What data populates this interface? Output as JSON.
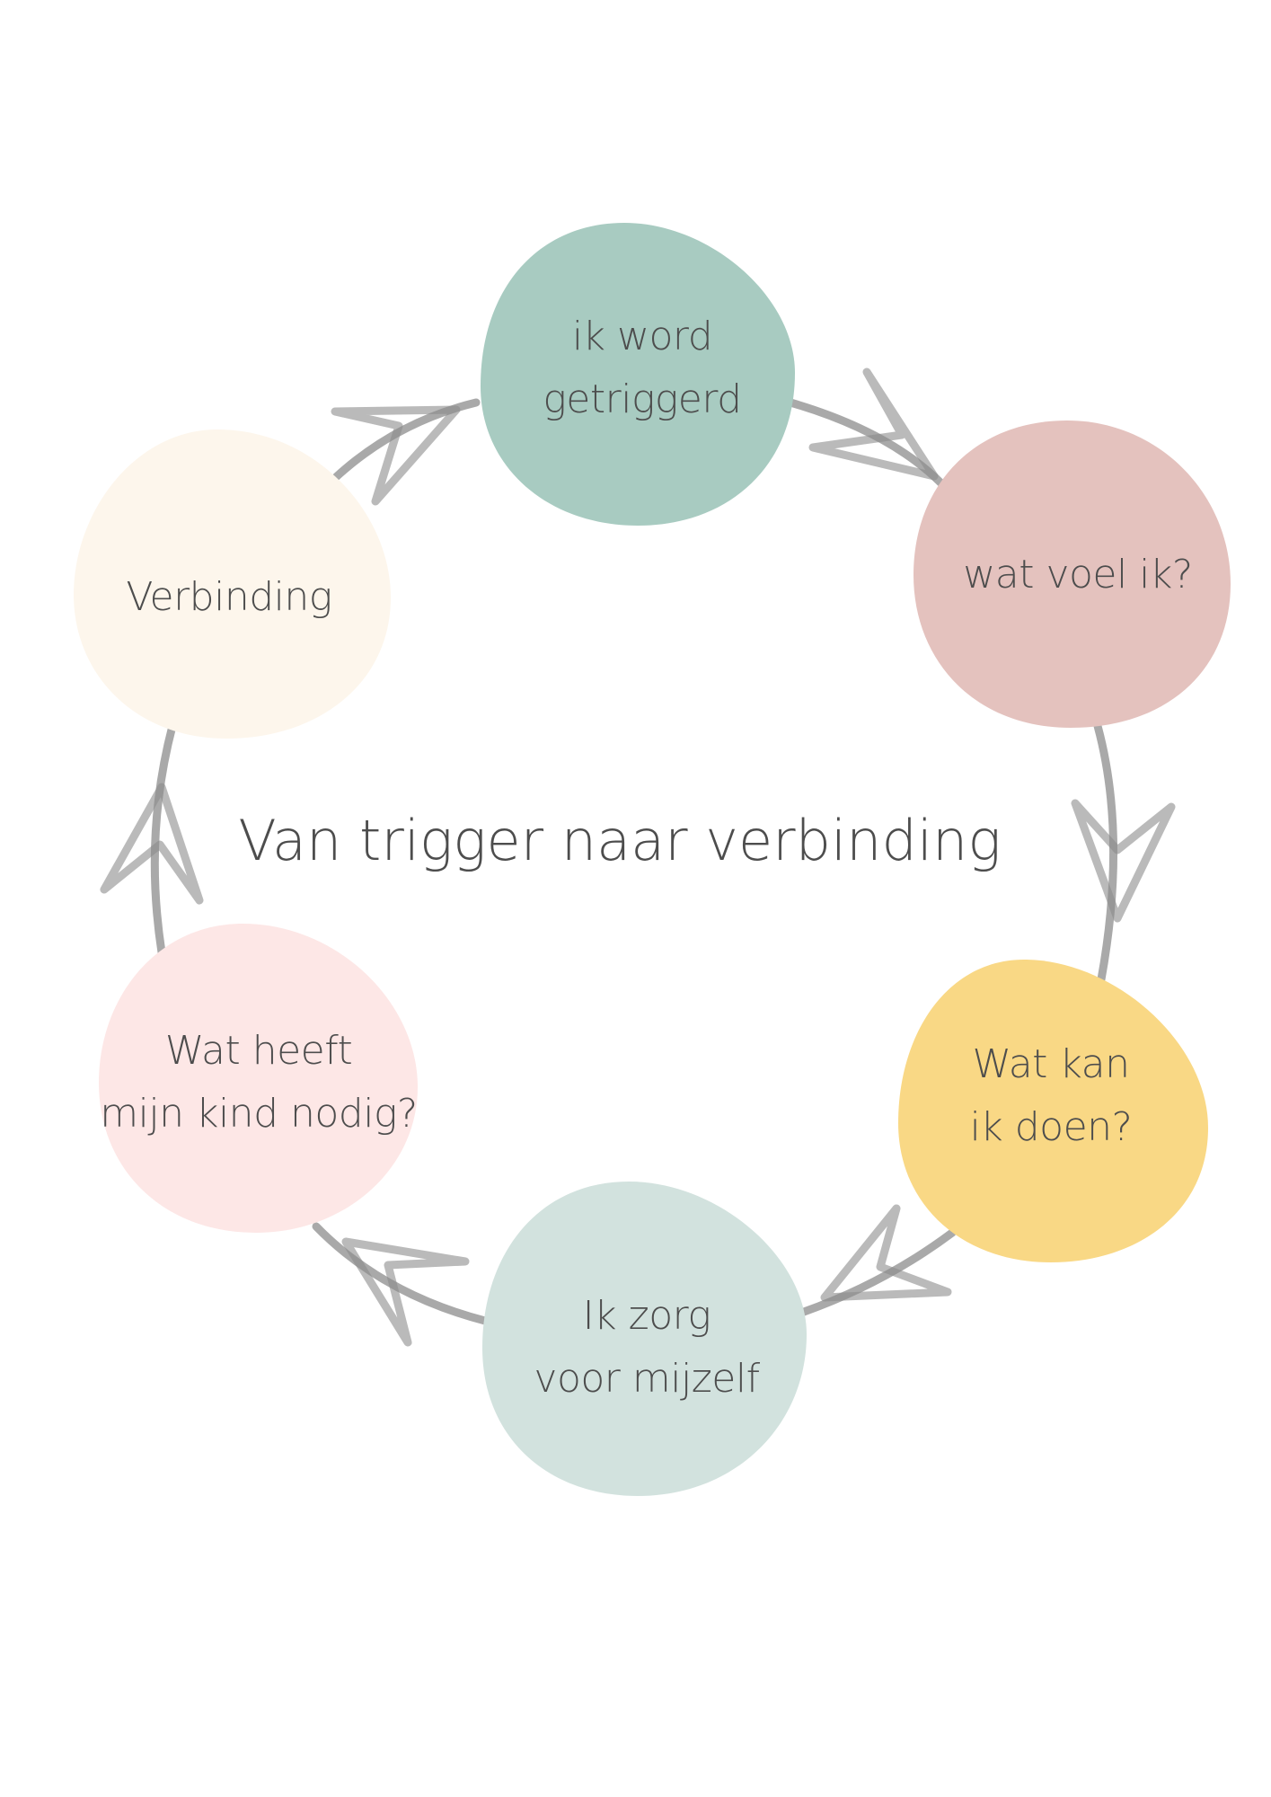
{
  "title": "Van trigger naar verbinding",
  "steps": [
    {
      "lines": [
        "ik word",
        "getriggerd"
      ],
      "color": "#a8cbc1"
    },
    {
      "lines": [
        "wat voel ik?"
      ],
      "color": "#e4c2be"
    },
    {
      "lines": [
        "Wat kan",
        "ik doen?"
      ],
      "color": "#f9d885"
    },
    {
      "lines": [
        "Ik zorg",
        "voor mijzelf"
      ],
      "color": "#d2e2de"
    },
    {
      "lines": [
        "Wat heeft",
        "mijn kind nodig?"
      ],
      "color": "#fde7e6"
    },
    {
      "lines": [
        "Verbinding"
      ],
      "color": "#fdf6ec"
    }
  ],
  "connector_color": "#8c8c8c",
  "text_color": "#4d4d4d"
}
